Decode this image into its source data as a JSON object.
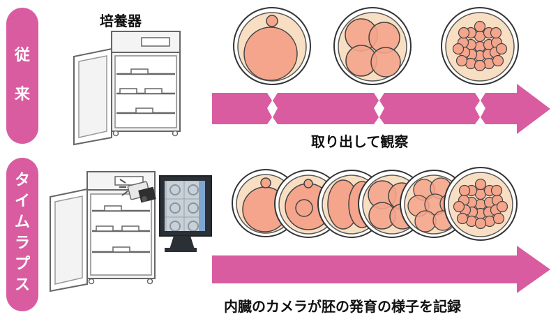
{
  "conventional": {
    "label_chars": [
      "従",
      "来"
    ],
    "incubator_label": "培養器",
    "caption": "取り出して観察"
  },
  "timelapse": {
    "label_chars": [
      "タ",
      "イ",
      "ム",
      "ラ",
      "プ",
      "ス"
    ],
    "caption": "内臓のカメラが胚の発育の様子を記録"
  },
  "colors": {
    "accent_pink": "#d95ca0",
    "cell_fill": "#f4a58c",
    "embryo_ring": "#f8dfc3"
  }
}
